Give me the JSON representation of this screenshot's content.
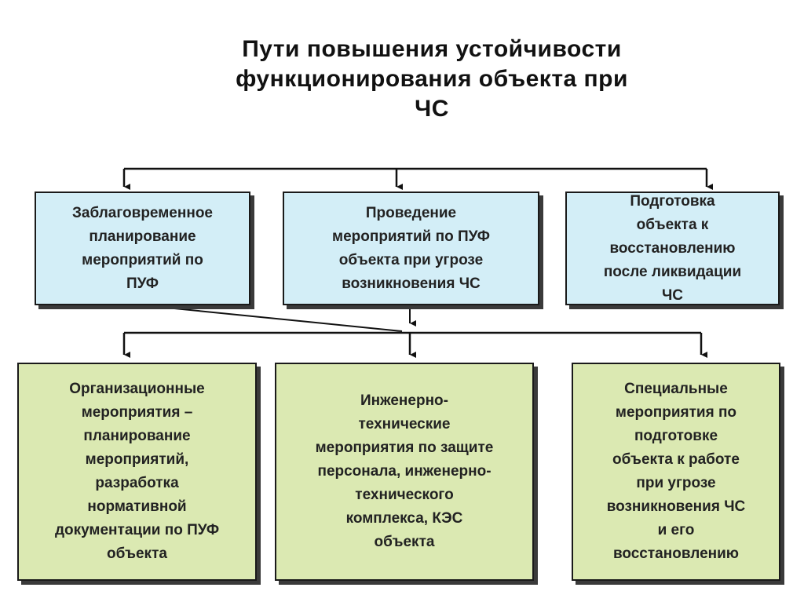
{
  "title": {
    "line1": "Пути повышения устойчивости",
    "line2": "функционирования объекта  при",
    "line3": "ЧС"
  },
  "top_boxes": [
    {
      "lines": [
        "Заблаговременное",
        "планирование",
        "мероприятий по",
        "ПУФ"
      ]
    },
    {
      "lines": [
        "Проведение",
        "мероприятий по ПУФ",
        "объекта при угрозе",
        "возникновения ЧС"
      ]
    },
    {
      "lines": [
        "Подготовка",
        "объекта к",
        "восстановлению",
        "после ликвидации",
        "ЧС"
      ]
    }
  ],
  "bottom_boxes": [
    {
      "lines": [
        "Организационные",
        "мероприятия –",
        "планирование",
        "мероприятий,",
        "разработка",
        "нормативной",
        "документации по ПУФ",
        "объекта"
      ]
    },
    {
      "lines": [
        "Инженерно-",
        "технические",
        "мероприятия по защите",
        "персонала, инженерно-",
        "технического",
        "комплекса,  КЭС",
        "объекта"
      ]
    },
    {
      "lines": [
        "Специальные",
        "мероприятия по",
        "подготовке",
        "объекта к работе",
        "при угрозе",
        "возникновения ЧС",
        "и его",
        "восстановлению"
      ]
    }
  ],
  "colors": {
    "top_box_fill": "#d3eef7",
    "bottom_box_fill": "#dbe9b2",
    "border": "#1a1a1a",
    "shadow": "#3a3a3a"
  }
}
